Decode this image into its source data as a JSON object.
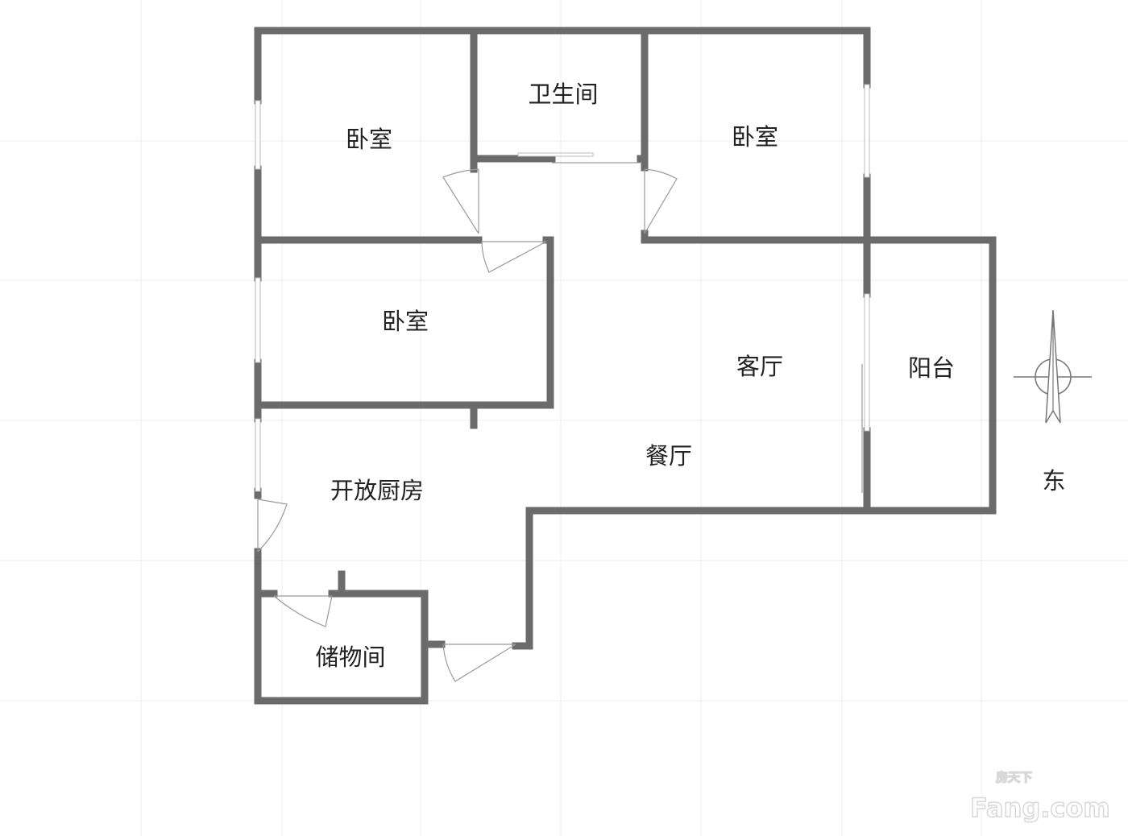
{
  "rooms": {
    "bedroom_nw": "卧室",
    "bathroom": "卫生间",
    "bedroom_ne": "卧室",
    "bedroom_w": "卧室",
    "living_room": "客厅",
    "balcony": "阳台",
    "dining_room": "餐厅",
    "open_kitchen": "开放厨房",
    "storage": "储物间"
  },
  "compass": {
    "direction_label": "东"
  },
  "watermark": {
    "brand": "Fang.com",
    "brand_cn": "房天下"
  },
  "colors": {
    "wall": "#6b6b6b",
    "grid": "#ececec"
  }
}
